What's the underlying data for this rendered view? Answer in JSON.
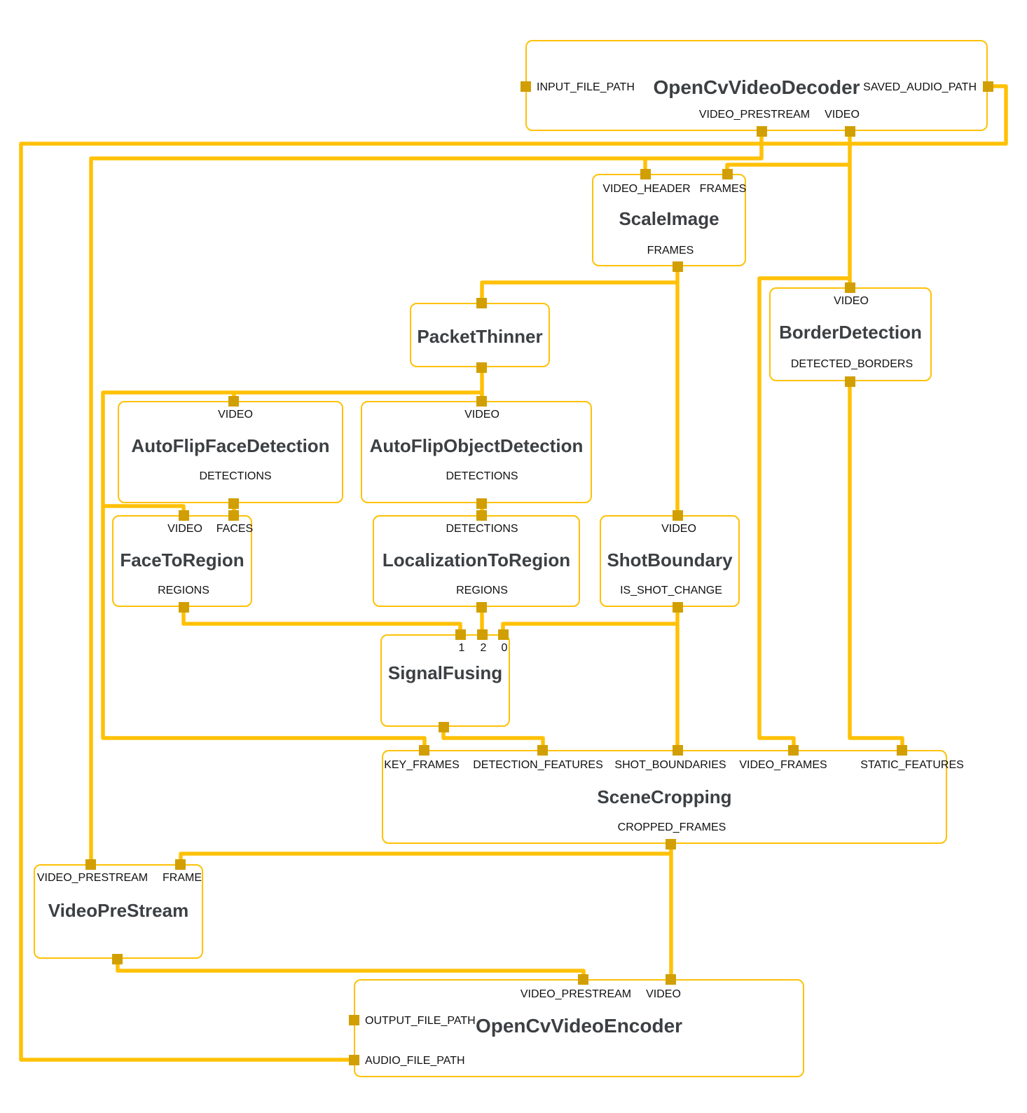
{
  "colors": {
    "edge": "#FFC107",
    "port": "#D19F04",
    "title": "#3C4043",
    "label": "#111111",
    "node_bg": "#FFFFFF"
  },
  "diagram": {
    "nodes": [
      {
        "id": "opencv-video-decoder",
        "title": "OpenCvVideoDecoder",
        "ports": {
          "left": [
            "INPUT_FILE_PATH"
          ],
          "right": [
            "SAVED_AUDIO_PATH"
          ],
          "bottom": [
            "VIDEO_PRESTREAM",
            "VIDEO"
          ]
        }
      },
      {
        "id": "scale-image",
        "title": "ScaleImage",
        "ports": {
          "top": [
            "VIDEO_HEADER",
            "FRAMES"
          ],
          "bottom": [
            "FRAMES"
          ]
        }
      },
      {
        "id": "border-detection",
        "title": "BorderDetection",
        "ports": {
          "top": [
            "VIDEO"
          ],
          "bottom": [
            "DETECTED_BORDERS"
          ]
        }
      },
      {
        "id": "packet-thinner",
        "title": "PacketThinner",
        "ports": {
          "top": [],
          "bottom": []
        }
      },
      {
        "id": "autoflip-face-detection",
        "title": "AutoFlipFaceDetection",
        "ports": {
          "top": [
            "VIDEO"
          ],
          "bottom": [
            "DETECTIONS"
          ]
        }
      },
      {
        "id": "autoflip-object-detection",
        "title": "AutoFlipObjectDetection",
        "ports": {
          "top": [
            "VIDEO"
          ],
          "bottom": [
            "DETECTIONS"
          ]
        }
      },
      {
        "id": "face-to-region",
        "title": "FaceToRegion",
        "ports": {
          "top": [
            "VIDEO",
            "FACES"
          ],
          "bottom": [
            "REGIONS"
          ]
        }
      },
      {
        "id": "localization-to-region",
        "title": "LocalizationToRegion",
        "ports": {
          "top": [
            "DETECTIONS"
          ],
          "bottom": [
            "REGIONS"
          ]
        }
      },
      {
        "id": "shot-boundary",
        "title": "ShotBoundary",
        "ports": {
          "top": [
            "VIDEO"
          ],
          "bottom": [
            "IS_SHOT_CHANGE"
          ]
        }
      },
      {
        "id": "signal-fusing",
        "title": "SignalFusing",
        "ports": {
          "top": [
            "1",
            "2",
            "0"
          ],
          "bottom": []
        }
      },
      {
        "id": "scene-cropping",
        "title": "SceneCropping",
        "ports": {
          "top": [
            "KEY_FRAMES",
            "DETECTION_FEATURES",
            "SHOT_BOUNDARIES",
            "VIDEO_FRAMES",
            "STATIC_FEATURES"
          ],
          "bottom": [
            "CROPPED_FRAMES"
          ]
        }
      },
      {
        "id": "video-pre-stream",
        "title": "VideoPreStream",
        "ports": {
          "top": [
            "VIDEO_PRESTREAM",
            "FRAME"
          ],
          "bottom": []
        }
      },
      {
        "id": "opencv-video-encoder",
        "title": "OpenCvVideoEncoder",
        "ports": {
          "top": [
            "VIDEO_PRESTREAM",
            "VIDEO"
          ],
          "left": [
            "OUTPUT_FILE_PATH",
            "AUDIO_FILE_PATH"
          ]
        }
      }
    ]
  }
}
